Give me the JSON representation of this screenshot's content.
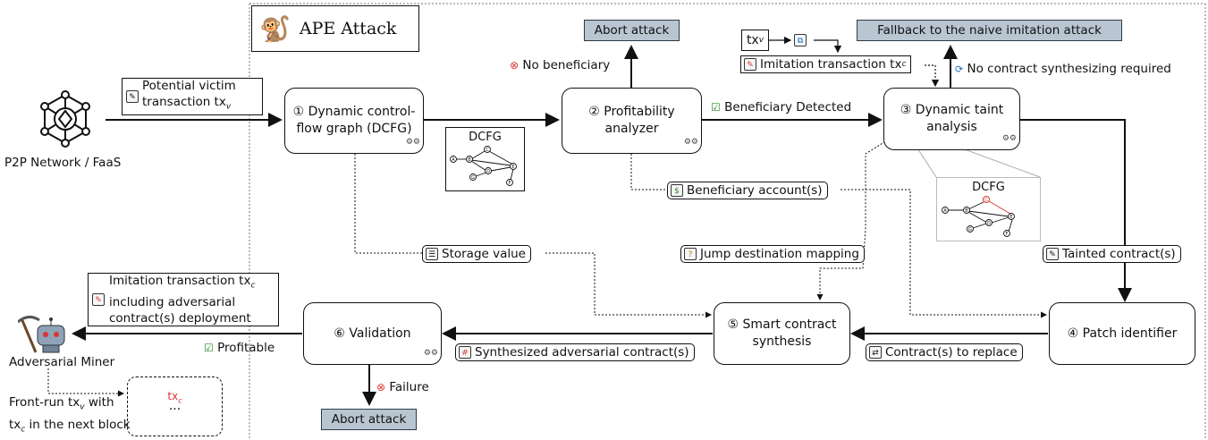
{
  "title_logo": "🐒",
  "title": "APE Attack",
  "p2p_label": "P2P Network / FaaS",
  "victim_tx": [
    "Potential victim",
    "transaction tx"
  ],
  "victim_tx_sub": "v",
  "nodes": {
    "n1": [
      "① Dynamic control-",
      "flow graph (DCFG)"
    ],
    "n2": [
      "② Profitability",
      "analyzer"
    ],
    "n3": [
      "③ Dynamic taint",
      "analysis"
    ],
    "n4": "④ Patch identifier",
    "n5": [
      "⑤ Smart contract",
      "synthesis"
    ],
    "n6": "⑥ Validation"
  },
  "abort_top": "Abort attack",
  "abort_bottom": "Abort attack",
  "fallback": "Fallback to the naive imitation attack",
  "no_beneficiary": "No beneficiary",
  "beneficiary_detected": "Beneficiary Detected",
  "imitation_tx_top": "Imitation transaction tx",
  "imitation_tx_top_sub": "c",
  "txv_top": "tx",
  "txv_top_sub": "v",
  "no_contract": "No contract synthesizing required",
  "dcfg_label": "DCFG",
  "dcfg_label2": "DCFG",
  "beneficiary_accounts": "Beneficiary account(s)",
  "storage_value": "Storage value",
  "jump_mapping": "Jump destination mapping",
  "tainted_contracts": "Tainted contract(s)",
  "contracts_replace": "Contract(s) to replace",
  "synth_adv": "Synthesized adversarial contract(s)",
  "profitable": "Profitable",
  "failure": "Failure",
  "imitation_bottom": [
    "Imitation transaction tx",
    "including adversarial",
    "contract(s) deployment"
  ],
  "imitation_bottom_sub": "c",
  "adv_miner": "Adversarial Miner",
  "frontrun": [
    "Front-run tx",
    " with",
    "tx",
    " in the next block"
  ],
  "frontrun_subs": [
    "v",
    "c"
  ],
  "block_tx": "tx",
  "block_tx_sub": "c",
  "block_dots": "···",
  "graph_nodes": [
    "A",
    "B",
    "C",
    "D",
    "E",
    "F",
    "G"
  ]
}
